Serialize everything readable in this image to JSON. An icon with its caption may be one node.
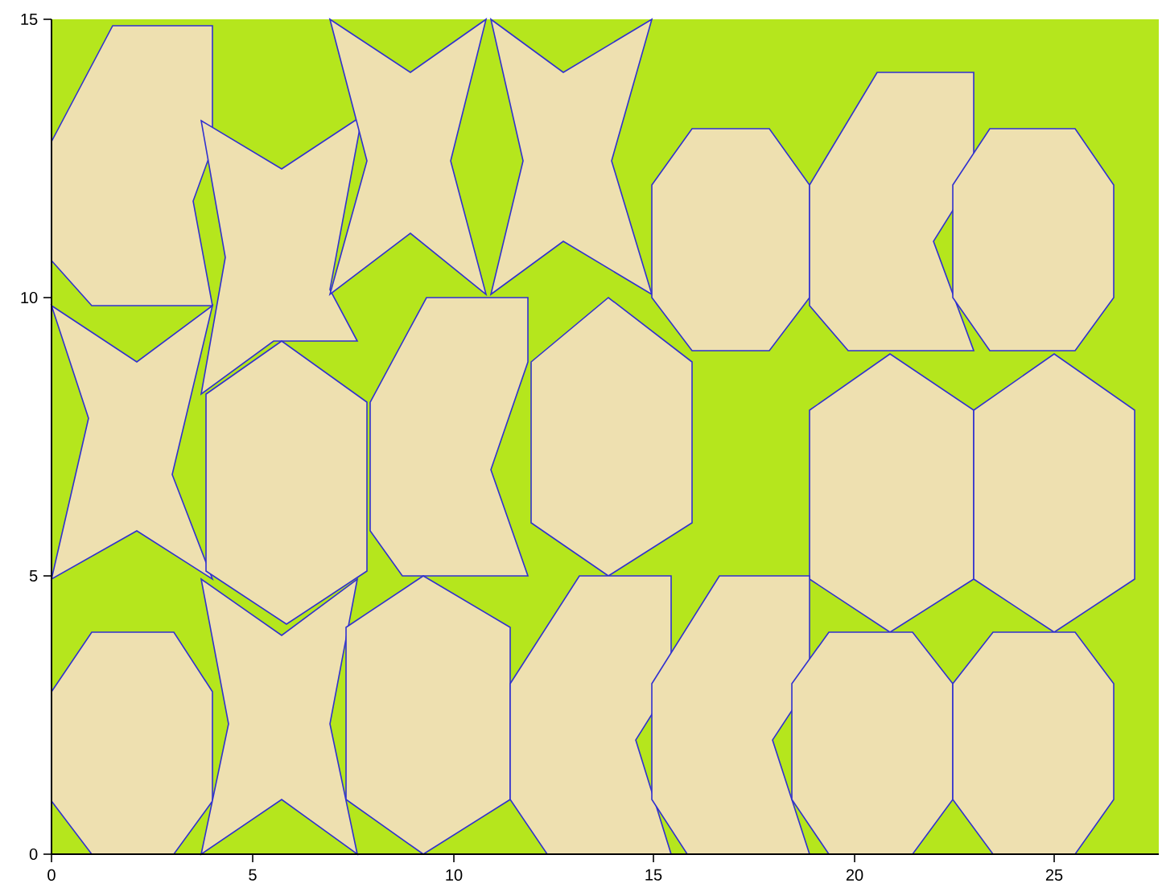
{
  "diagram": {
    "labels": [
      "15",
      "10",
      "5",
      "0",
      "0",
      "5",
      "10",
      "15",
      "20",
      "25"
    ]
  }
}
